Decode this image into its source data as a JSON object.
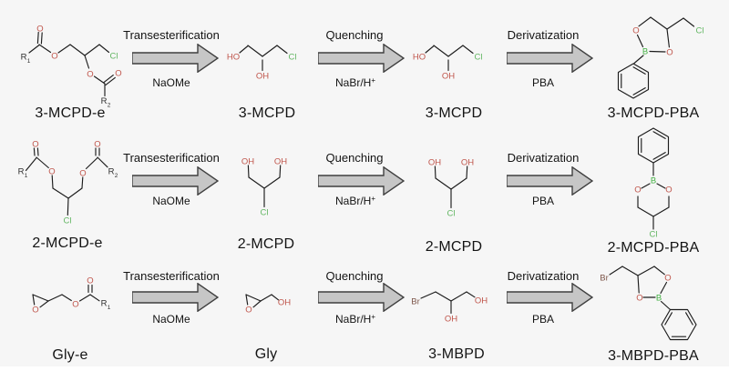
{
  "figure": {
    "description": "Three-row reaction scheme: transesterification, quenching and derivatization of MCPD esters and glycidyl ester"
  },
  "colors": {
    "background": "#f6f6f6",
    "bond": "#1c1c1c",
    "oxygen": "#c0564c",
    "chlorine": "#63b663",
    "boron": "#44b044",
    "bromine": "#7d564a",
    "arrow_fill": "#c6c6c6",
    "arrow_stroke": "#3f3f3f"
  },
  "atom_labels": {
    "O": "O",
    "HO": "HO",
    "OH": "OH",
    "Cl": "Cl",
    "B": "B",
    "Br": "Br",
    "R": "R",
    "sub1": "1",
    "sub2": "2"
  },
  "steps": {
    "transesterification": {
      "title": "Transesterification",
      "reagent": "NaOMe"
    },
    "quenching": {
      "title": "Quenching",
      "reagent": "NaBr/H",
      "reagent_sup": "+"
    },
    "derivatization": {
      "title": "Derivatization",
      "reagent": "PBA"
    }
  },
  "rows": [
    {
      "compounds": [
        "3-MCPD-e",
        "3-MCPD",
        "3-MCPD",
        "3-MCPD-PBA"
      ]
    },
    {
      "compounds": [
        "2-MCPD-e",
        "2-MCPD",
        "2-MCPD",
        "2-MCPD-PBA"
      ]
    },
    {
      "compounds": [
        "Gly-e",
        "Gly",
        "3-MBPD",
        "3-MBPD-PBA"
      ]
    }
  ]
}
